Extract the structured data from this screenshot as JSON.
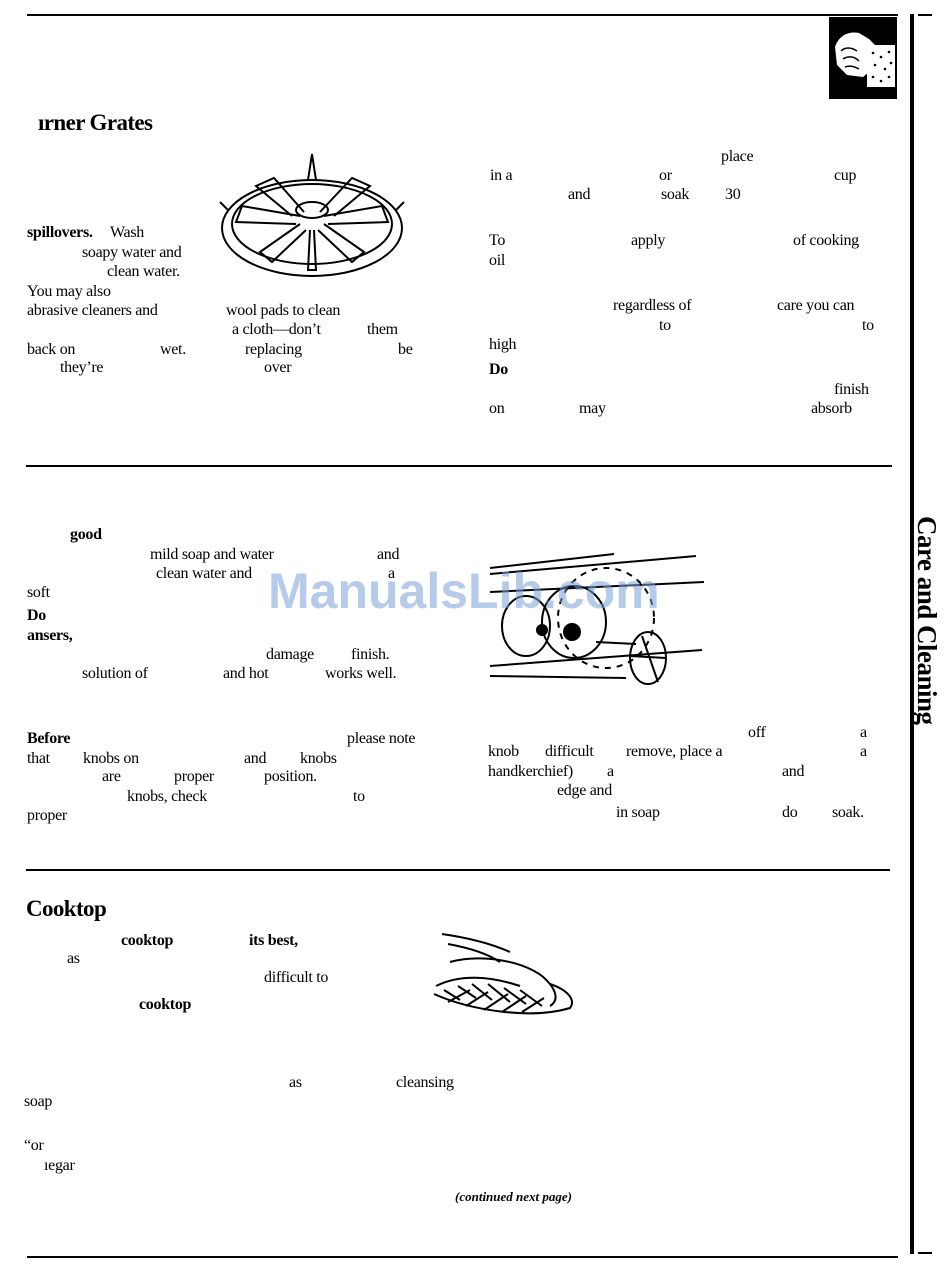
{
  "side_tab": "Care and Cleaning",
  "watermark": "ManualsLib.com",
  "section_burner": {
    "heading": "ırner Grates",
    "left_words": [
      "spillovers.",
      "Wash",
      "soapy water and",
      "clean water.",
      "You may also",
      "abrasive cleaners and",
      "wool pads to clean",
      "a cloth—don’t",
      "them",
      "back on",
      "wet.",
      "replacing",
      "be",
      "they’re",
      "over"
    ],
    "right_words": [
      "place",
      "in a",
      "or",
      "cup",
      "and",
      "soak",
      "30",
      "To",
      "apply",
      "of cooking",
      "oil",
      "regardless of",
      "care you can",
      "to",
      "to",
      "high",
      "Do",
      "finish",
      "on",
      "may",
      "absorb"
    ]
  },
  "section_knobs": {
    "left_words": [
      "good",
      "mild soap and water",
      "and",
      "clean water and",
      "a",
      "soft",
      "Do",
      "ansers,",
      "damage",
      "finish.",
      "solution of",
      "and hot",
      "works well.",
      "Before",
      "please note",
      "that",
      "knobs on",
      "and",
      "knobs",
      "are",
      "proper",
      "position.",
      "knobs, check",
      "to",
      "proper"
    ],
    "right_words": [
      "off",
      "a",
      "knob",
      "difficult",
      "remove, place a",
      "a",
      "handkerchief)",
      "a",
      "and",
      "edge and",
      "in soap",
      "do",
      "soak."
    ]
  },
  "section_cooktop": {
    "heading": "Cooktop",
    "words": [
      "cooktop",
      "its best,",
      "as",
      "difficult to",
      "cooktop",
      "as",
      "cleansing",
      "soap",
      "“or",
      "ıegar"
    ],
    "continued": "(continued next page)"
  }
}
